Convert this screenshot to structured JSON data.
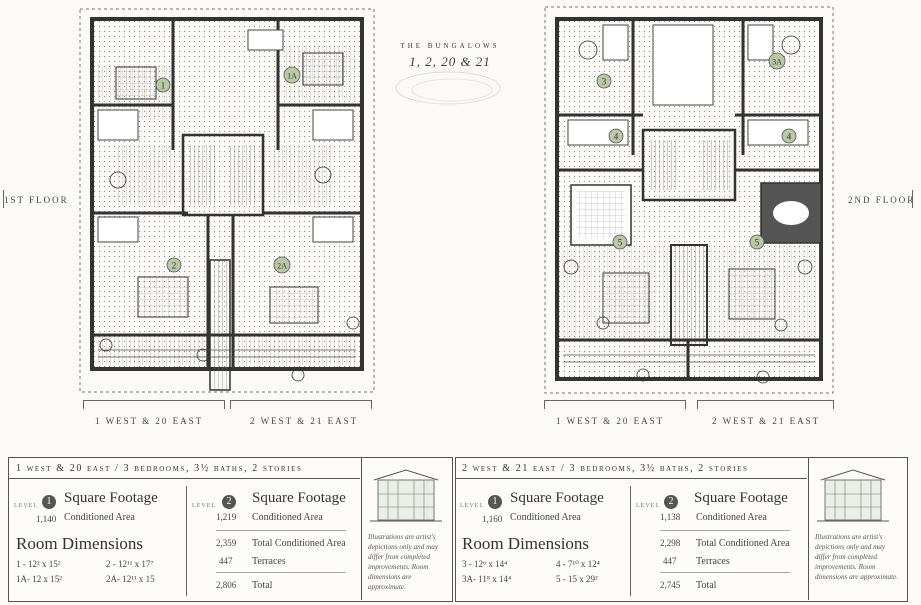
{
  "header": {
    "title_top": "THE BUNGALOWS",
    "title_units": "1, 2, 20 & 21"
  },
  "floors": {
    "first": "1ST FLOOR",
    "second": "2ND FLOOR"
  },
  "plan_left": {
    "caption_left": "1 WEST & 20 EAST",
    "caption_right": "2 WEST & 21 EAST",
    "room_markers": [
      "1",
      "1A",
      "2",
      "2A"
    ]
  },
  "plan_right": {
    "caption_left": "1 WEST & 20 EAST",
    "caption_right": "2 WEST & 21 EAST",
    "room_markers": [
      "3",
      "3A",
      "4",
      "4",
      "5",
      "5"
    ]
  },
  "panel_a": {
    "heading": "1 West & 20 East / 3 Bedrooms, 3½ Baths, 2 Stories",
    "level1": {
      "word": "LEVEL",
      "num": "1",
      "title": "Square Footage",
      "value": "1,140",
      "label": "Conditioned Area"
    },
    "level2": {
      "word": "LEVEL",
      "num": "2",
      "title": "Square Footage",
      "rows": [
        {
          "value": "1,219",
          "label": "Conditioned Area"
        },
        {
          "value": "2,359",
          "label": "Total Conditioned Area"
        },
        {
          "value": "447",
          "label": "Terraces"
        },
        {
          "value": "2,806",
          "label": "Total"
        }
      ]
    },
    "rooms_title": "Room Dimensions",
    "rooms": [
      {
        "id": "1",
        "dim": "12² x 15²"
      },
      {
        "id": "2",
        "dim": "12¹¹ x 17⁷"
      },
      {
        "id": "1A",
        "dim": "12 x 15²"
      },
      {
        "id": "2A",
        "dim": "12¹¹ x 15"
      }
    ],
    "note": "Illustrations are artist's depictions only and may differ from completed improvements. Room dimensions are approximate."
  },
  "panel_b": {
    "heading": "2 West & 21 East / 3 Bedrooms, 3½ Baths, 2 Stories",
    "level1": {
      "word": "LEVEL",
      "num": "1",
      "title": "Square Footage",
      "value": "1,160",
      "label": "Conditioned Area"
    },
    "level2": {
      "word": "LEVEL",
      "num": "2",
      "title": "Square Footage",
      "rows": [
        {
          "value": "1,138",
          "label": "Conditioned Area"
        },
        {
          "value": "2,298",
          "label": "Total Conditioned Area"
        },
        {
          "value": "447",
          "label": "Terraces"
        },
        {
          "value": "2,745",
          "label": "Total"
        }
      ]
    },
    "rooms_title": "Room Dimensions",
    "rooms": [
      {
        "id": "3",
        "dim": "12⁶ x 14⁴"
      },
      {
        "id": "4",
        "dim": "7¹⁰ x 12⁴"
      },
      {
        "id": "3A",
        "dim": "11⁸ x 14⁴"
      },
      {
        "id": "5",
        "dim": "15 x 29²"
      }
    ],
    "note": "Illustrations are artist's depictions only and may differ from completed improvements. Room dimensions are approximate."
  }
}
